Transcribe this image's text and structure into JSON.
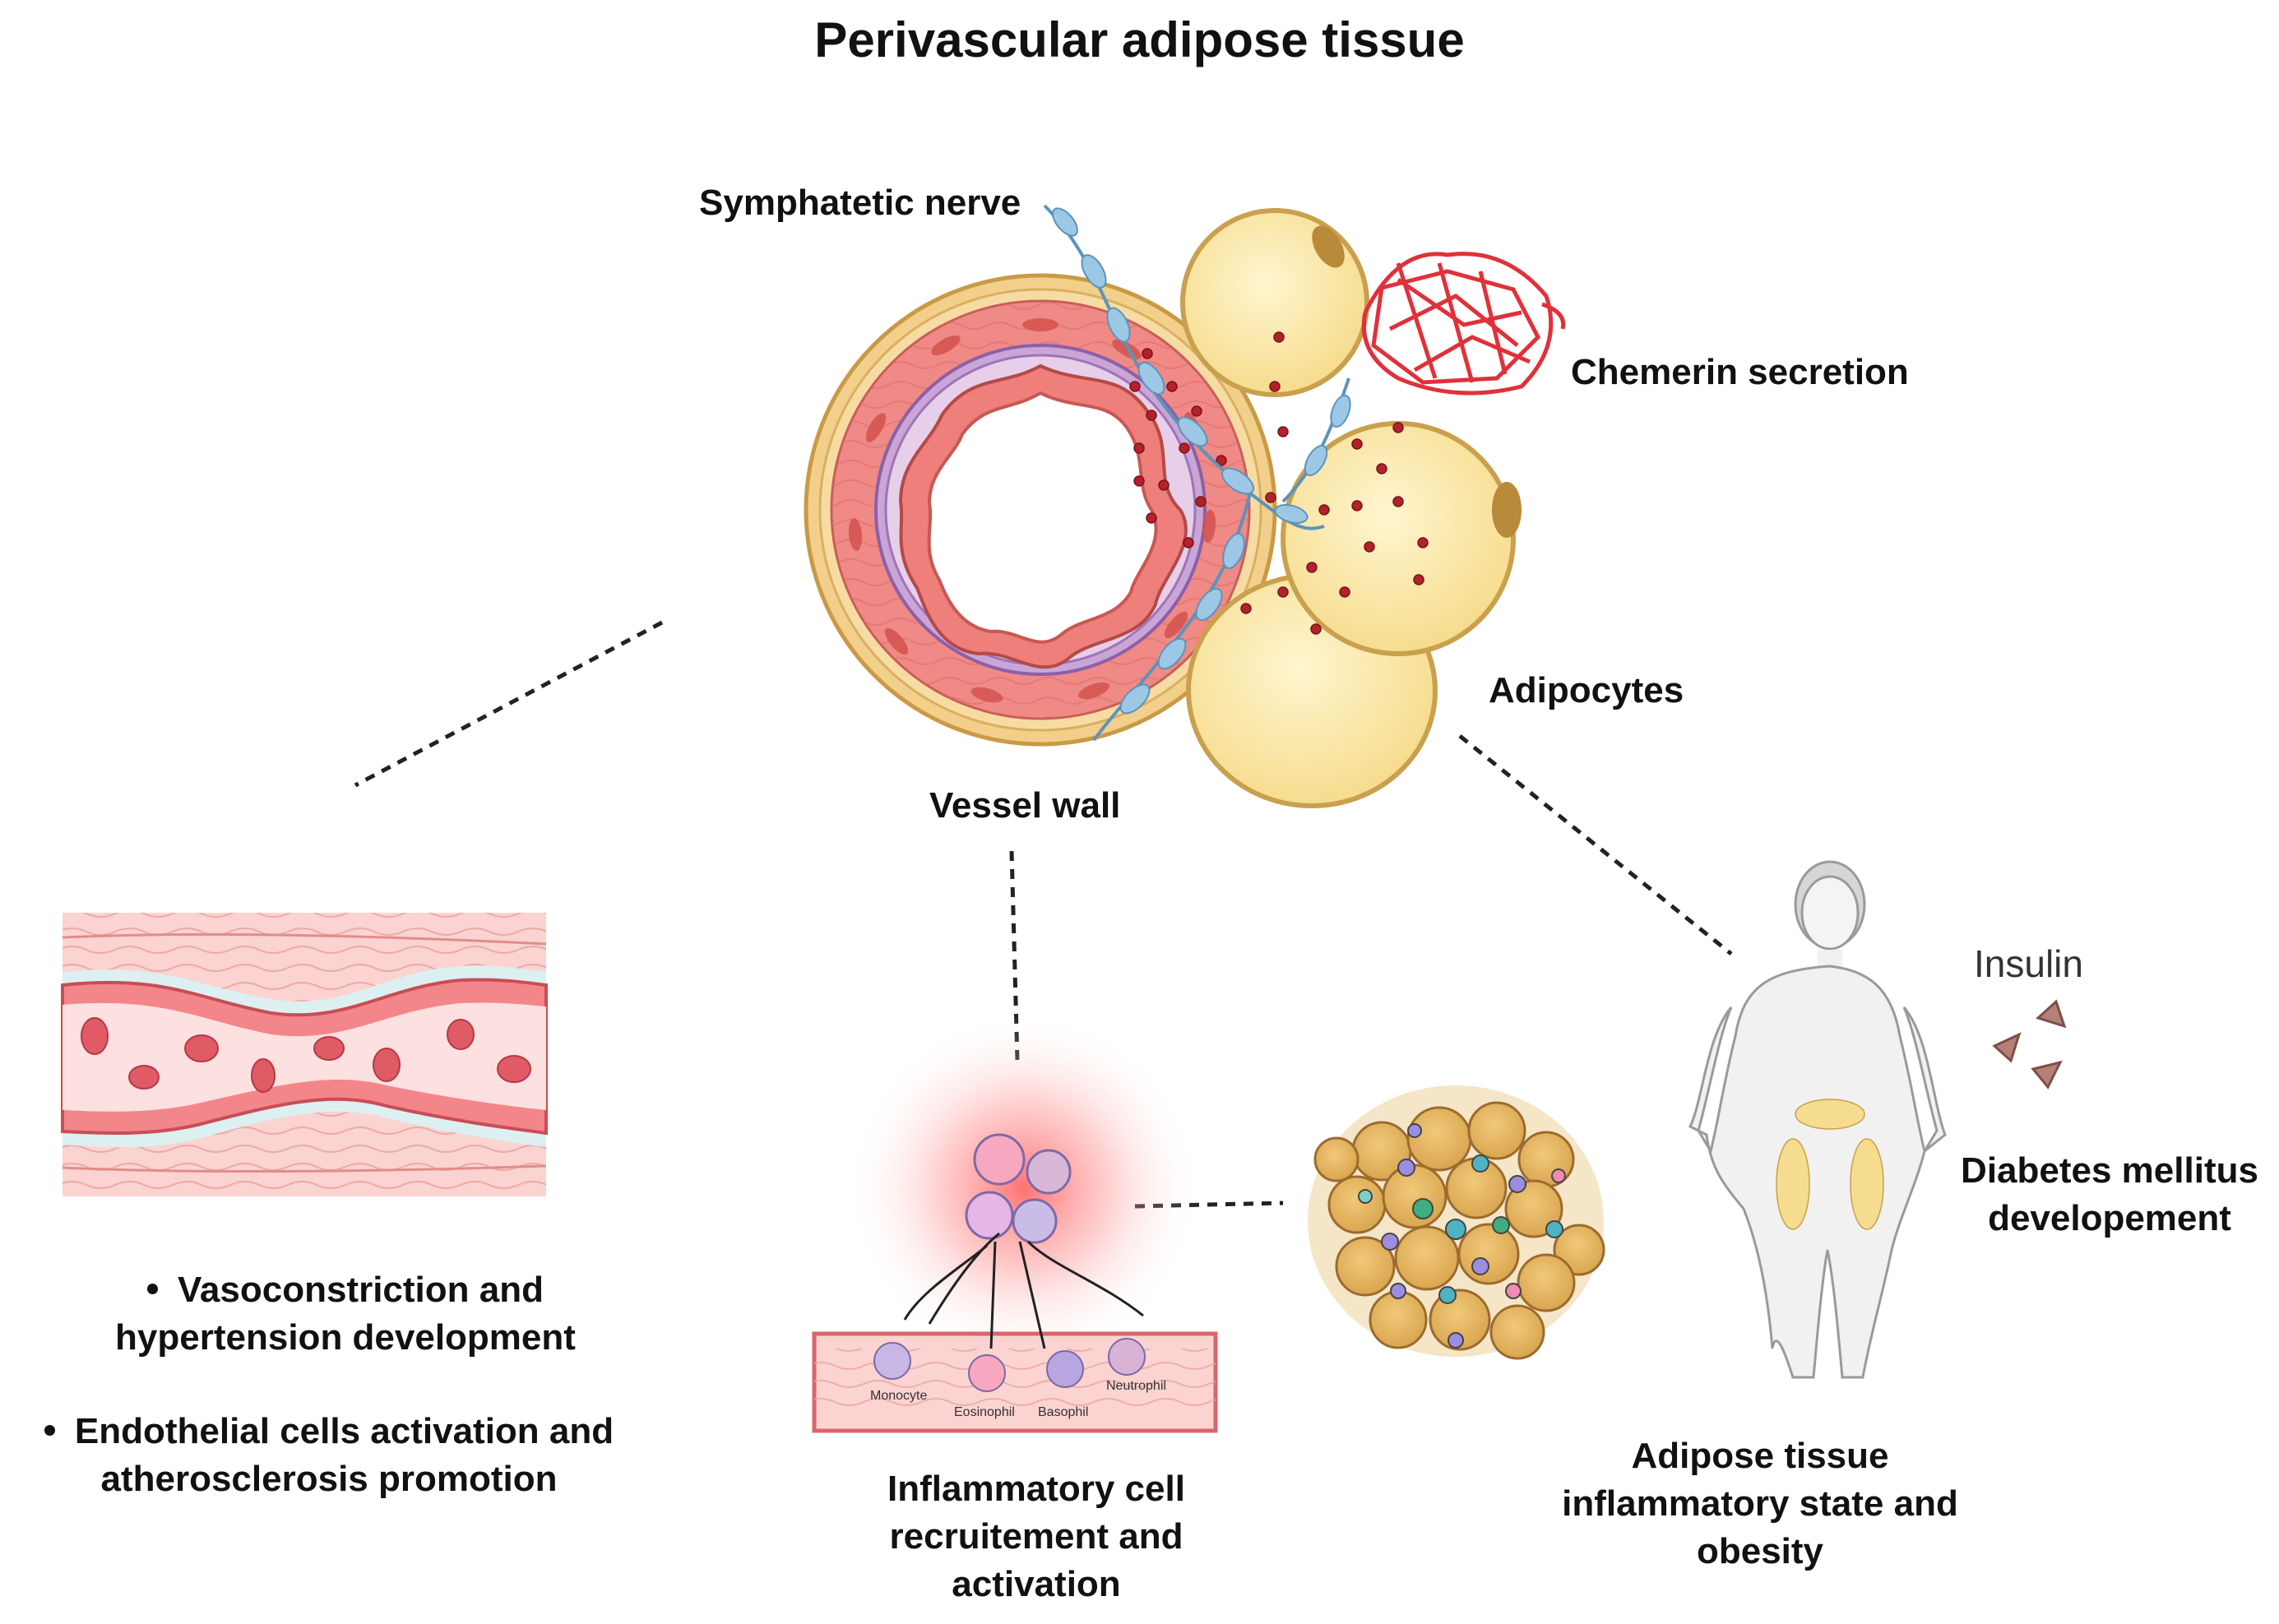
{
  "title": "Perivascular adipose tissue",
  "labels": {
    "nerve": "Symphatetic nerve",
    "chemerin": "Chemerin secretion",
    "adipocytes": "Adipocytes",
    "vessel": "Vessel wall",
    "insulin": "Insulin"
  },
  "outcomes": {
    "diabetes": [
      "Diabetes mellitus",
      "developement"
    ],
    "adipose": [
      "Adipose tissue",
      "inflammatory state and",
      "obesity"
    ],
    "inflammatory": [
      "Inflammatory cell",
      "recruitement and",
      "activation"
    ],
    "bullets": [
      [
        "Vasoconstriction and",
        "hypertension development"
      ],
      [
        "Endothelial cells activation and",
        "atherosclerosis promotion"
      ]
    ]
  },
  "immune_cells": [
    "Monocyte",
    "Eosinophil",
    "Basophil",
    "Neutrophil"
  ],
  "colors": {
    "vessel_media": "#f08a86",
    "adventitia": "#f2cf8a",
    "adipocyte": "#fbe9a8",
    "adipocyte_edge": "#c9a04d",
    "nerve": "#9cc8e6",
    "chemerin_protein": "#e0313a",
    "chemerin_dots": "#b3212a",
    "glow": "#ff6b6b",
    "insulin": "#b58078"
  }
}
